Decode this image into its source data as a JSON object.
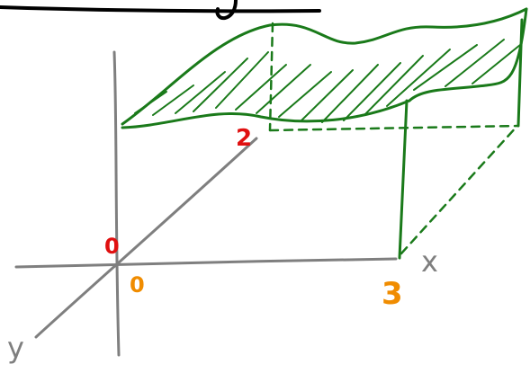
{
  "labels": {
    "axis_x": "x",
    "axis_y": "y",
    "x_origin": "0",
    "x_end": "3",
    "y_origin": "0",
    "y_end": "2"
  },
  "colors": {
    "axis": "#7f7f7f",
    "ink": "#000000",
    "surface": "#1a7a1a",
    "origin_x_label": "#f08c00",
    "y_labels": "#e01010"
  }
}
